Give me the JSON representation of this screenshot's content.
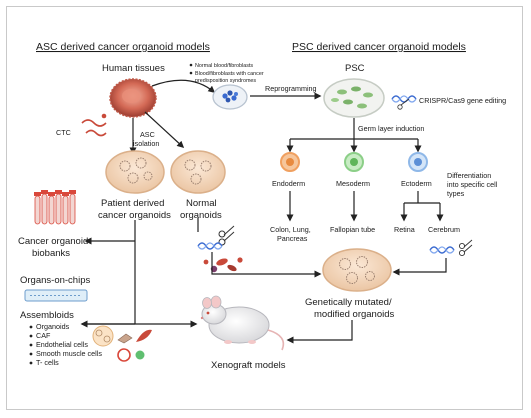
{
  "left_title": "ASC derived cancer organoid models",
  "right_title": "PSC derived cancer organoid models",
  "human_tissues": "Human tissues",
  "ctc": "CTC",
  "asc_isolation": [
    "ASC",
    "isolation"
  ],
  "patient_derived": [
    "Patient derived",
    "cancer organoids"
  ],
  "normal_organoids": [
    "Normal",
    "organoids"
  ],
  "source_notes": [
    "Normal blood/fibroblasts",
    "Blood/fibroblasts with cancer",
    "predisposition syndromes"
  ],
  "reprogramming": "Reprogramming",
  "psc": "PSC",
  "crispr": "CRISPR/Cas9 gene editing",
  "germ_layer": "Germ layer induction",
  "endoderm": "Endoderm",
  "mesoderm": "Mesoderm",
  "ectoderm": "Ectoderm",
  "differentiation": [
    "Differentiation",
    "into specific cell",
    "types"
  ],
  "endo_targets": [
    "Colon, Lung,",
    "Pancreas"
  ],
  "fallopian": "Fallopian tube",
  "retina": "Retina",
  "cerebrum": "Cerebrum",
  "biobanks": [
    "Cancer organoid",
    "biobanks"
  ],
  "organs_on_chips": "Organs-on-chips",
  "assembloids": "Assembloids",
  "assembloid_items": [
    "Organoids",
    "CAF",
    "Endothelial cells",
    "Smooth muscle cells",
    "T- cells"
  ],
  "genetically_mutated": [
    "Genetically mutated/",
    "modified organoids"
  ],
  "xenograft": "Xenograft models",
  "colors": {
    "dish_fill": "#f3d9c1",
    "dish_rim": "#e6bf9c",
    "tissue": "#d46a56",
    "endoderm": "#f0a060",
    "mesoderm": "#8ccf88",
    "ectoderm": "#8fb8e8",
    "dna": "#3a6ad0",
    "tube": "#d9483b"
  }
}
